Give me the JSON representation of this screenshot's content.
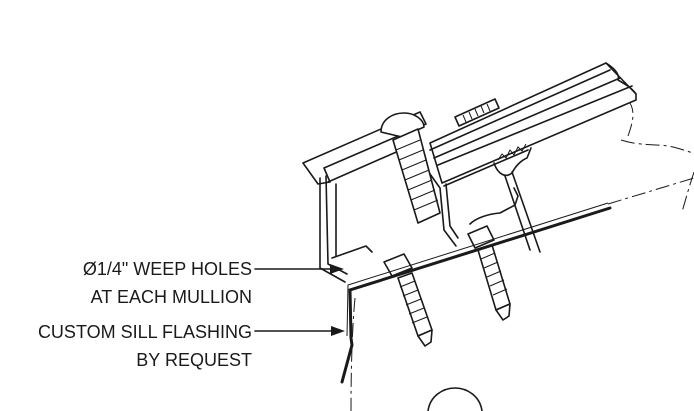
{
  "callouts": [
    {
      "id": "weep-holes",
      "lines": [
        "Ø1/4\" WEEP HOLES",
        "AT EACH MULLION"
      ]
    },
    {
      "id": "sill-flashing",
      "lines": [
        "CUSTOM SILL FLASHING",
        "BY REQUEST"
      ]
    }
  ],
  "colors": {
    "ink": "#1a1a1a",
    "paper": "#ffffff"
  }
}
